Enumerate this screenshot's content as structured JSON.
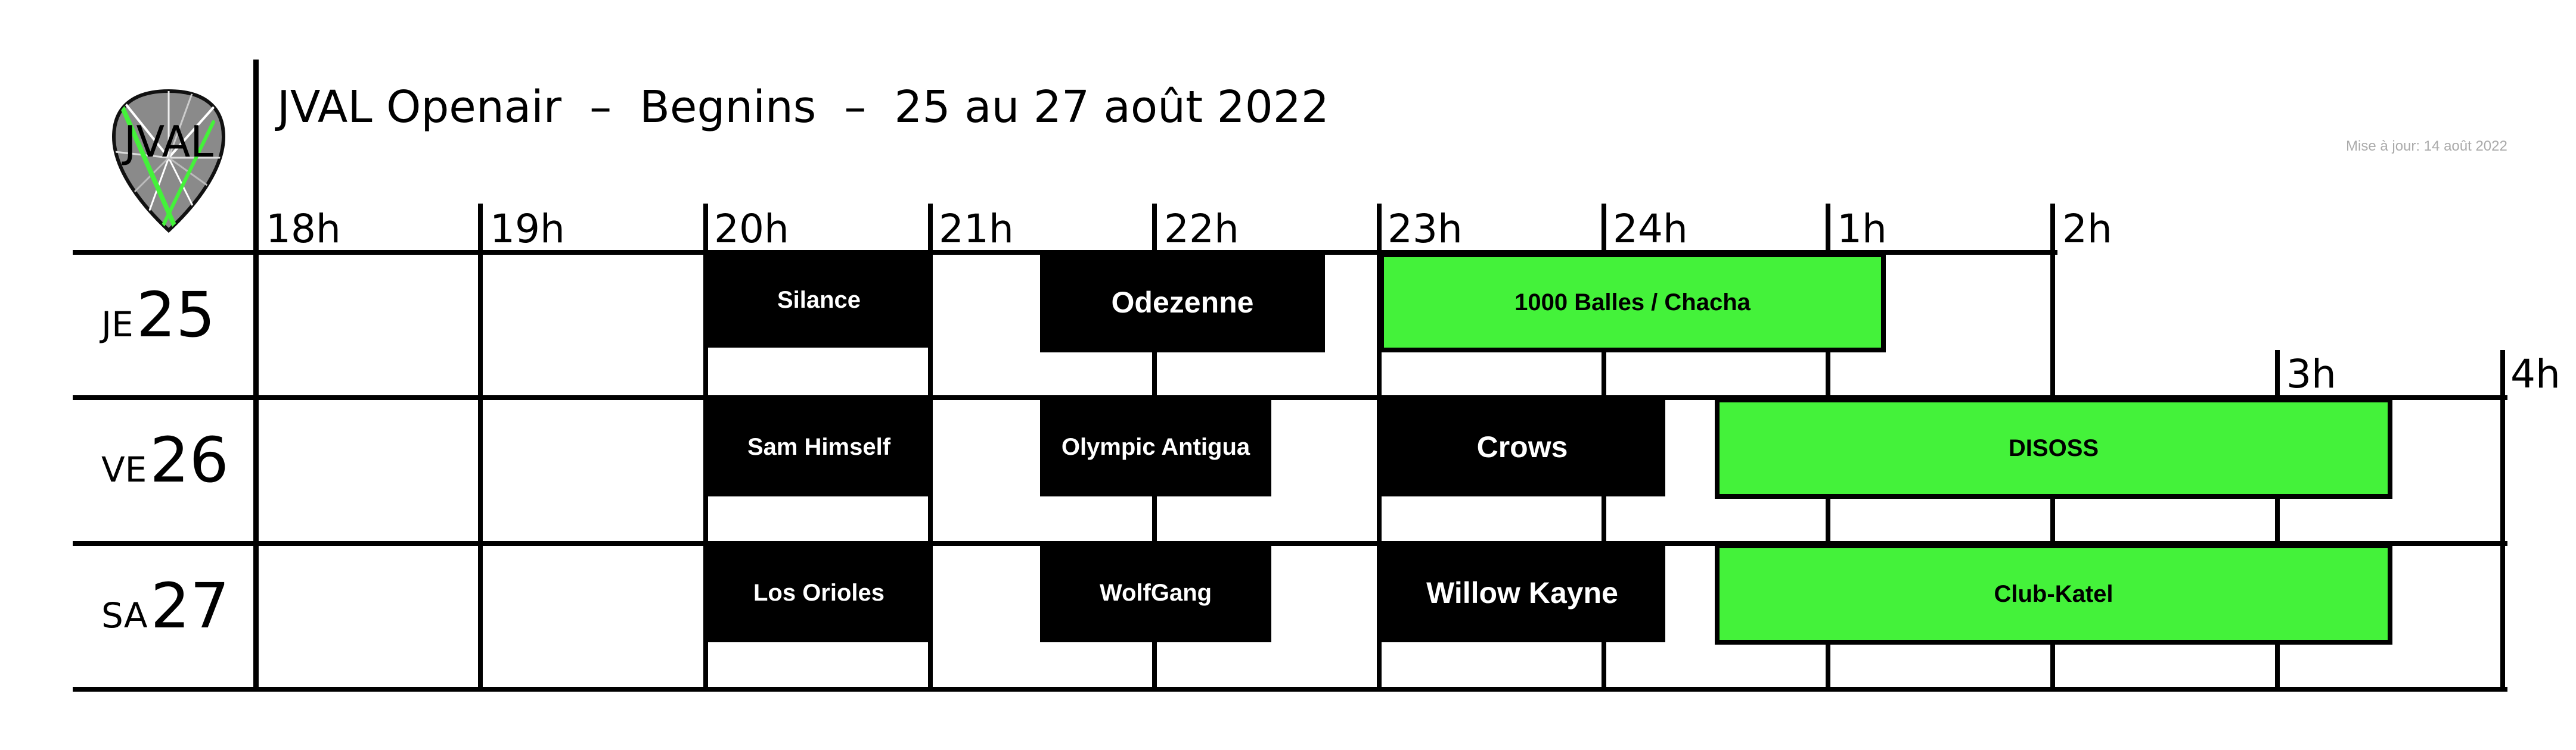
{
  "header": {
    "logo_text": "JVAL",
    "title": "JVAL Openair  –  Begnins  –  25 au 27 août 2022",
    "updated": "Mise à jour: 14 août 2022"
  },
  "hours": {
    "h18": "18h",
    "h19": "19h",
    "h20": "20h",
    "h21": "21h",
    "h22": "22h",
    "h23": "23h",
    "h24": "24h",
    "h1": "1h",
    "h2": "2h",
    "h3": "3h",
    "h4": "4h"
  },
  "days": [
    {
      "dow": "JE",
      "num": "25",
      "events": [
        {
          "name": "Silance",
          "start": "20h",
          "end": "21h"
        },
        {
          "name": "Odezenne",
          "start": "21h30",
          "end": "22h45"
        },
        {
          "name": "1000 Balles / Chacha",
          "start": "23h",
          "end": "1h15"
        }
      ]
    },
    {
      "dow": "VE",
      "num": "26",
      "events": [
        {
          "name": "Sam Himself",
          "start": "20h",
          "end": "21h"
        },
        {
          "name": "Olympic Antigua",
          "start": "21h30",
          "end": "22h30"
        },
        {
          "name": "Crows",
          "start": "23h",
          "end": "24h15"
        },
        {
          "name": "DISOSS",
          "start": "24h30",
          "end": "3h30"
        }
      ]
    },
    {
      "dow": "SA",
      "num": "27",
      "events": [
        {
          "name": "Los Orioles",
          "start": "20h",
          "end": "21h"
        },
        {
          "name": "WolfGang",
          "start": "21h30",
          "end": "22h30"
        },
        {
          "name": "Willow Kayne",
          "start": "23h",
          "end": "24h15"
        },
        {
          "name": "Club-Katel",
          "start": "24h30",
          "end": "3h30"
        }
      ]
    }
  ],
  "colors": {
    "late_slot": "#44f23a",
    "slot": "#000000"
  }
}
